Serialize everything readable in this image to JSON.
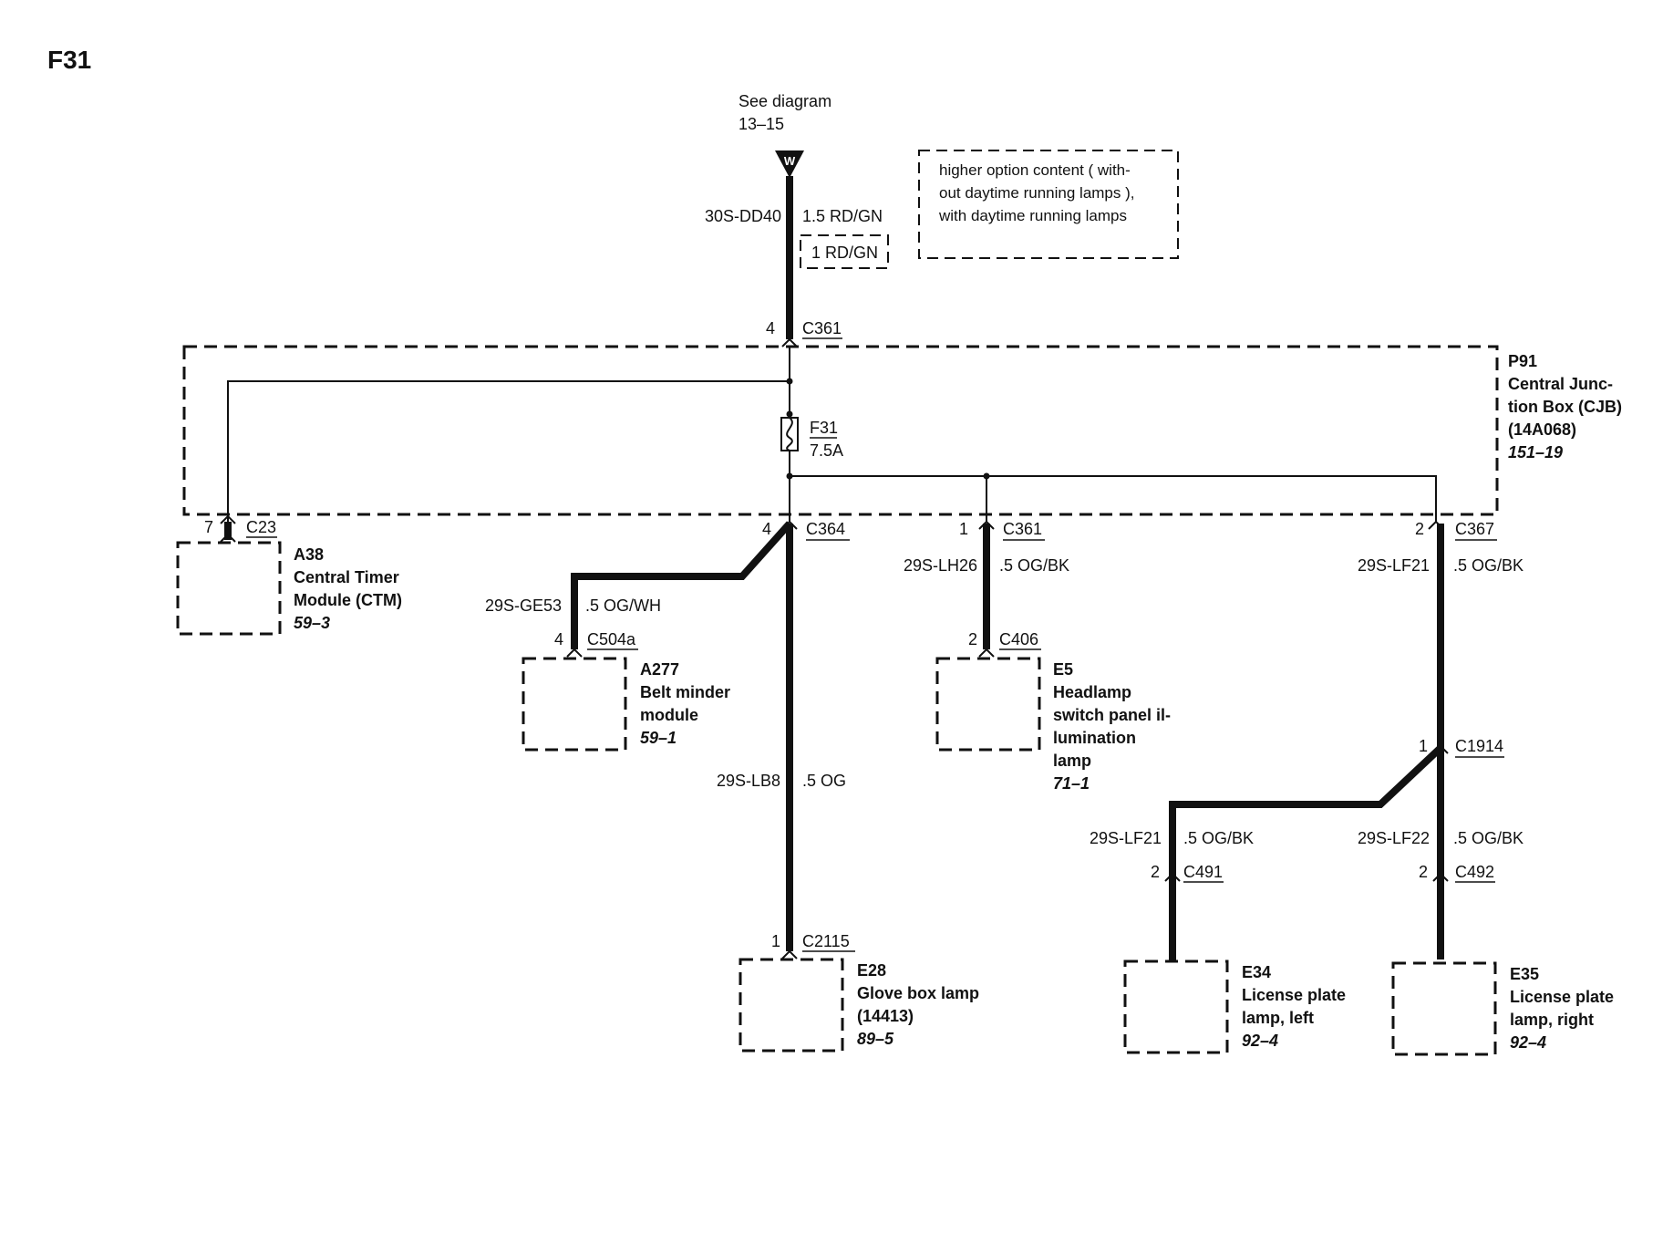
{
  "page_title": "F31",
  "see_diagram": {
    "line1": "See diagram",
    "line2": "13–15",
    "connector_letter": "W"
  },
  "feed": {
    "circuit": "30S-DD40",
    "wire": "1.5 RD/GN",
    "alt_wire": "1 RD/GN",
    "pin": "4",
    "connector": "C361"
  },
  "legend_note": {
    "line1": "higher option content ( with-",
    "line2": "out daytime running lamps ),",
    "line3": "with daytime running lamps"
  },
  "cjb": {
    "id": "P91",
    "name_line1": "Central Junc-",
    "name_line2": "tion Box (CJB)",
    "part": "(14A068)",
    "ref": "151–19"
  },
  "fuse": {
    "id": "F31",
    "rating": "7.5A"
  },
  "ctm": {
    "pin": "7",
    "connector": "C23",
    "id": "A38",
    "name_line1": "Central Timer",
    "name_line2": "Module (CTM)",
    "ref": "59–3"
  },
  "c364": {
    "pin": "4",
    "connector": "C364"
  },
  "belt": {
    "circuit": "29S-GE53",
    "wire": ".5 OG/WH",
    "pin": "4",
    "connector": "C504a",
    "id": "A277",
    "name_line1": "Belt minder",
    "name_line2": "module",
    "ref": "59–1"
  },
  "glove": {
    "circuit": "29S-LB8",
    "wire": ".5 OG",
    "pin": "1",
    "connector": "C2115",
    "id": "E28",
    "name_line1": "Glove box lamp",
    "part": "(14413)",
    "ref": "89–5"
  },
  "headlamp": {
    "top_pin": "1",
    "top_connector": "C361",
    "circuit": "29S-LH26",
    "wire": ".5 OG/BK",
    "pin": "2",
    "connector": "C406",
    "id": "E5",
    "name_line1": "Headlamp",
    "name_line2": "switch panel il-",
    "name_line3": "lumination",
    "name_line4": "lamp",
    "ref": "71–1"
  },
  "license": {
    "top_pin": "2",
    "top_connector": "C367",
    "circuit": "29S-LF21",
    "wire": ".5 OG/BK",
    "splice_pin": "1",
    "splice_connector": "C1914",
    "left": {
      "circuit": "29S-LF21",
      "wire": ".5 OG/BK",
      "pin": "2",
      "connector": "C491",
      "id": "E34",
      "name_line1": "License plate",
      "name_line2": "lamp, left",
      "ref": "92–4"
    },
    "right": {
      "circuit": "29S-LF22",
      "wire": ".5 OG/BK",
      "pin": "2",
      "connector": "C492",
      "id": "E35",
      "name_line1": "License plate",
      "name_line2": "lamp, right",
      "ref": "92–4"
    }
  }
}
